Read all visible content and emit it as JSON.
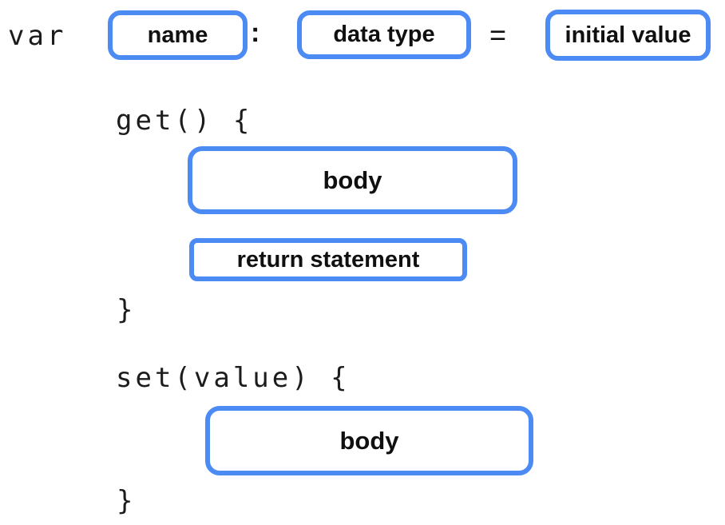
{
  "diagram": {
    "declaration": {
      "keyword": "var",
      "name_placeholder": "name",
      "colon": ":",
      "data_type_placeholder": "data type",
      "equals": "=",
      "initial_value_placeholder": "initial value"
    },
    "getter": {
      "signature": "get() {",
      "body_placeholder": "body",
      "return_placeholder": "return statement",
      "closing_brace": "}"
    },
    "setter": {
      "signature": "set(value) {",
      "body_placeholder": "body",
      "closing_brace": "}"
    },
    "colors": {
      "box_border": "#4C8BF4",
      "code_text": "#1C1C1C",
      "label_text": "#101010",
      "background": "#FFFFFF"
    }
  }
}
